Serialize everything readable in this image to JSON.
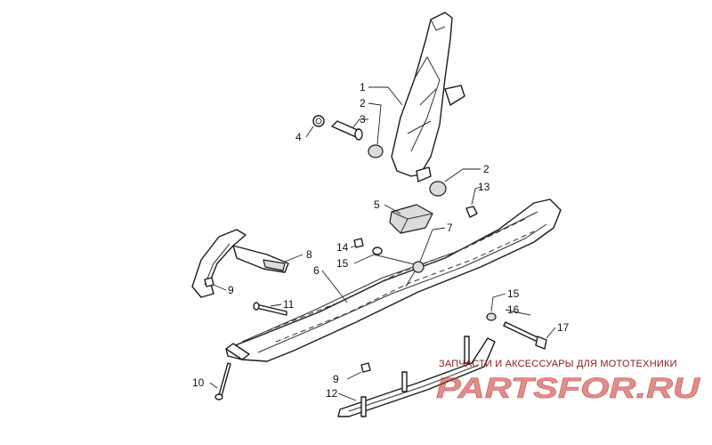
{
  "callouts": [
    {
      "id": "c1",
      "label": "1"
    },
    {
      "id": "c2a",
      "label": "2"
    },
    {
      "id": "c3",
      "label": "3"
    },
    {
      "id": "c4",
      "label": "4"
    },
    {
      "id": "c2b",
      "label": "2"
    },
    {
      "id": "c13",
      "label": "13"
    },
    {
      "id": "c5",
      "label": "5"
    },
    {
      "id": "c7",
      "label": "7"
    },
    {
      "id": "c14",
      "label": "14"
    },
    {
      "id": "c8",
      "label": "8"
    },
    {
      "id": "c15a",
      "label": "15"
    },
    {
      "id": "c6",
      "label": "6"
    },
    {
      "id": "c9a",
      "label": "9"
    },
    {
      "id": "c11",
      "label": "11"
    },
    {
      "id": "c15b",
      "label": "15"
    },
    {
      "id": "c16",
      "label": "16"
    },
    {
      "id": "c17",
      "label": "17"
    },
    {
      "id": "c9b",
      "label": "9"
    },
    {
      "id": "c10",
      "label": "10"
    },
    {
      "id": "c12",
      "label": "12"
    }
  ],
  "watermark": {
    "tagline": "ЗАПЧАСТИ И АКСЕССУАРЫ ДЛЯ МОТОТЕХНИКИ",
    "logo_text": "PARTSFOR.RU",
    "colors": {
      "logo": "#c4322c",
      "tagline": "#8a1a1a"
    }
  }
}
